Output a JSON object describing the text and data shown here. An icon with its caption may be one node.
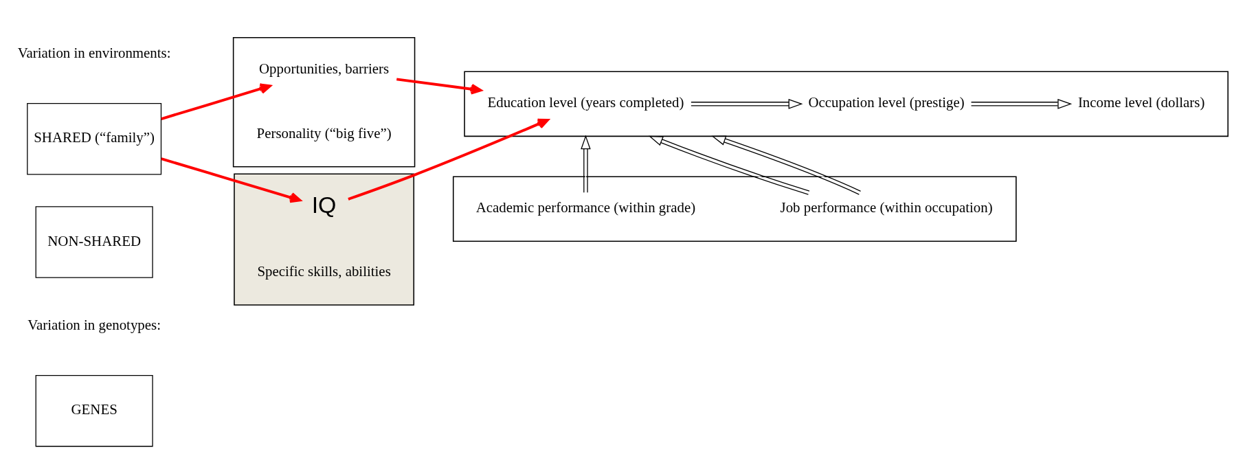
{
  "diagram": {
    "nodes": [
      {
        "text": [
          "SHARED (“family”)"
        ]
      },
      {
        "text": [
          "NON-SHARED"
        ]
      },
      {
        "text": [
          "GENES"
        ]
      },
      {
        "text": [],
        "shape": "box"
      },
      {
        "text": [
          "Opportunities, barriers"
        ],
        "in": 3
      },
      {
        "text": [
          "Personality (“big five”)"
        ],
        "in": 3
      },
      {
        "text": [],
        "shape": "box"
      },
      {
        "text": [
          "IQ"
        ],
        "in": 6
      },
      {
        "text": [
          "Specific skills, abilities"
        ],
        "in": 6
      },
      {
        "text": [],
        "shape": "box"
      },
      {
        "text": [
          "Education level (years completed)"
        ],
        "in": 9
      },
      {
        "text": [
          "Occupation level (prestige)"
        ],
        "in": 9
      },
      {
        "text": [
          "Income level (dollars)"
        ],
        "in": 9
      },
      {
        "text": [],
        "shape": "box"
      },
      {
        "text": [
          "Academic performance (within grade)"
        ],
        "in": 13
      },
      {
        "text": [
          "Job performance (within occupation)"
        ],
        "in": 13
      }
    ],
    "edges": [
      {
        "from": 0,
        "to": 4,
        "arrow": "to",
        "color": "#ff0000"
      },
      {
        "from": 0,
        "to": 7,
        "arrow": "to",
        "color": "#ff0000"
      },
      {
        "from": 4,
        "to": 10,
        "arrow": "to",
        "color": "#ff0000"
      },
      {
        "from": 7,
        "to": 10,
        "arrow": "to",
        "color": "#ff0000"
      },
      {
        "from": 10,
        "to": 11,
        "arrow": "to"
      },
      {
        "from": 11,
        "to": 12,
        "arrow": "to"
      },
      {
        "from": 14,
        "to": 9,
        "arrow": "to"
      },
      {
        "from": 15,
        "to": 9,
        "arrow": "to"
      },
      {
        "from": 15,
        "to": 9,
        "arrow": "to"
      }
    ],
    "labels": [
      "Variation in environments:",
      "Variation in genotypes:"
    ]
  }
}
